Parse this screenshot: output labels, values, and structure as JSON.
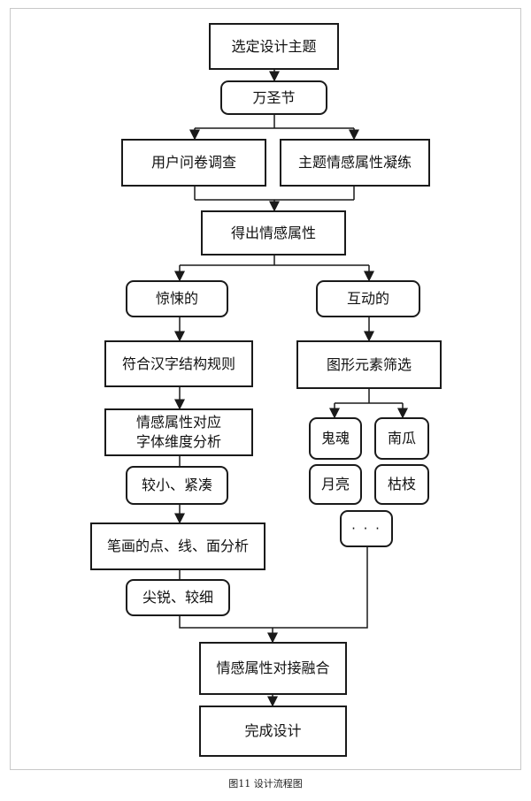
{
  "nodes": {
    "select_theme": "选定设计主题",
    "halloween": "万圣节",
    "survey": "用户问卷调查",
    "theme_condense": "主题情感属性凝练",
    "derive_attr": "得出情感属性",
    "thrilling": "惊悚的",
    "interactive": "互动的",
    "hanzi_rules": "符合汉字结构规则",
    "graphic_filter": "图形元素筛选",
    "font_dimension": "情感属性对应\n字体维度分析",
    "small_compact": "较小、紧凑",
    "stroke_analysis": "笔画的点、线、面分析",
    "sharp_thin": "尖锐、较细",
    "ghost": "鬼魂",
    "pumpkin": "南瓜",
    "moon": "月亮",
    "branch": "枯枝",
    "more": "· · ·",
    "merge": "情感属性对接融合",
    "complete": "完成设计"
  },
  "caption": "图11 设计流程图"
}
